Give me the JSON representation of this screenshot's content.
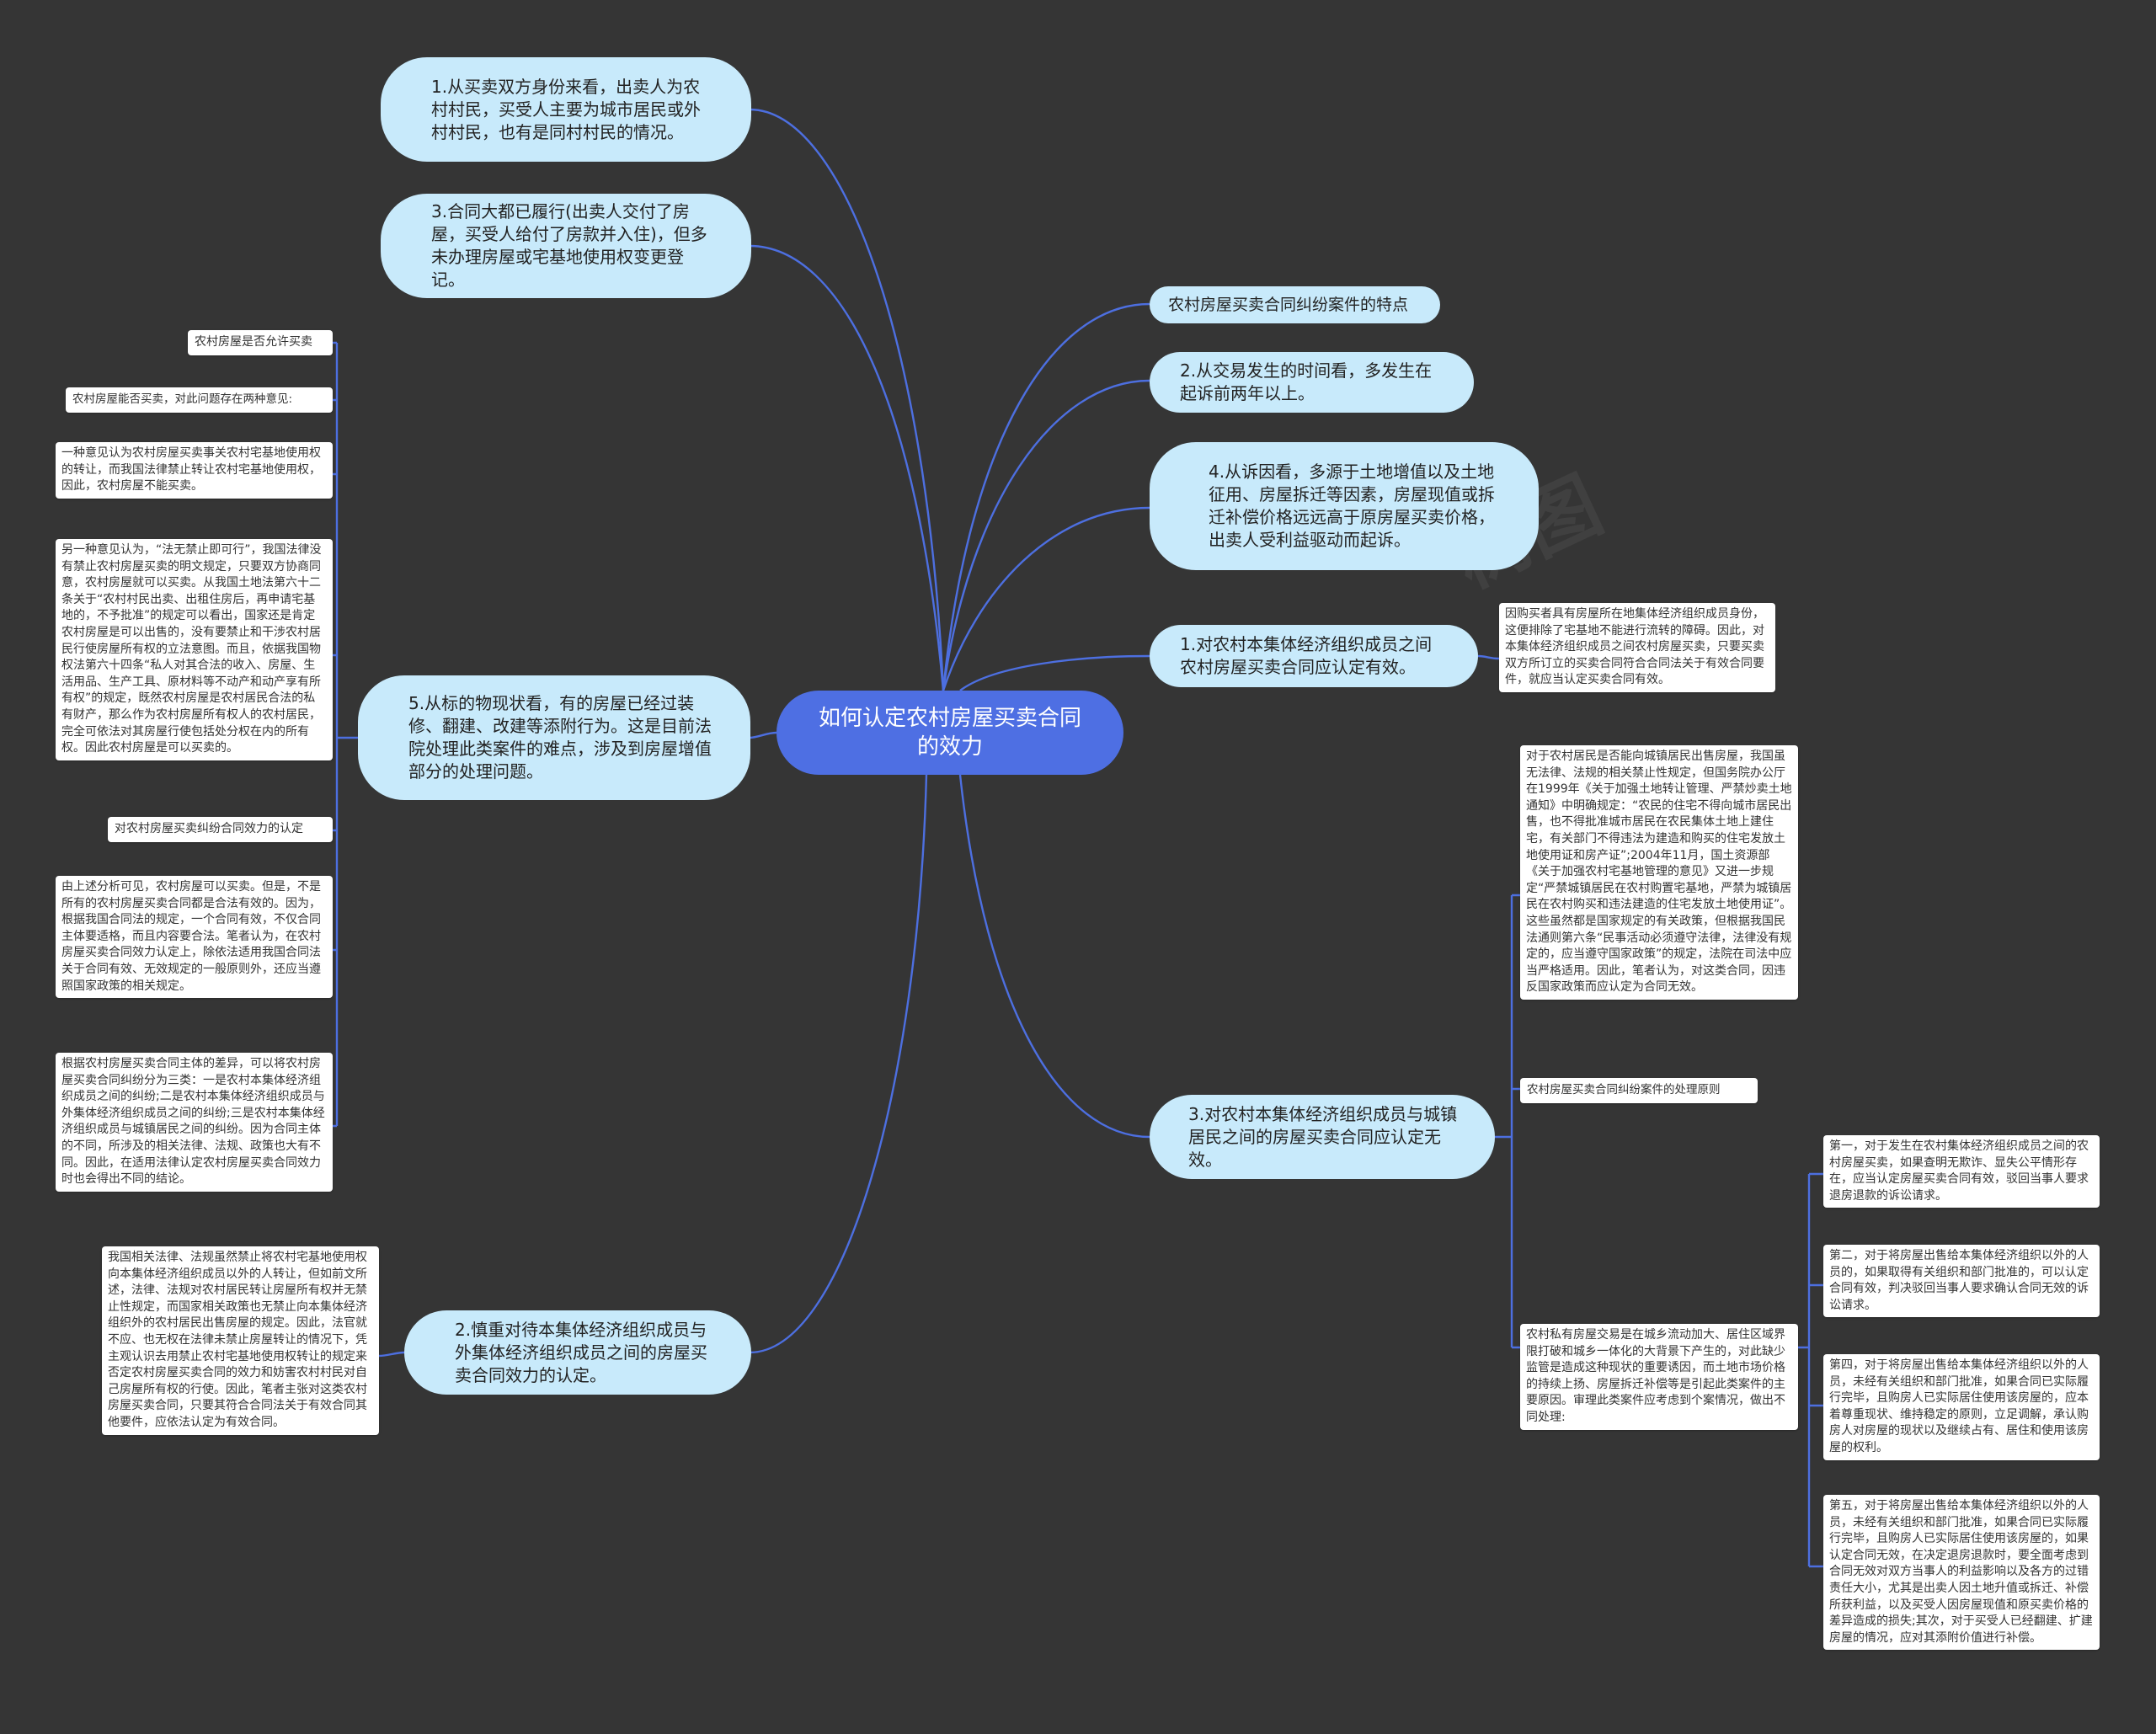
{
  "center": {
    "title": "如何认定农村房屋买卖合同的效力"
  },
  "left": {
    "b1": "1.从买卖双方身份来看，出卖人为农村村民，买受人主要为城市居民或外村村民，也有是同村村民的情况。",
    "b3": "3.合同大都已履行(出卖人交付了房屋，买受人给付了房款并入住)，但多未办理房屋或宅基地使用权变更登记。",
    "b5": "5.从标的物现状看，有的房屋已经过装修、翻建、改建等添附行为。这是目前法院处理此类案件的难点，涉及到房屋增值部分的处理问题。",
    "b2": "2.慎重对待本集体经济组织成员与外集体经济组织成员之间的房屋买卖合同效力的认定。"
  },
  "right": {
    "features": "农村房屋买卖合同纠纷案件的特点",
    "b2time": "2.从交易发生的时间看，多发生在起诉前两年以上。",
    "b4": "4.从诉因看，多源于土地增值以及土地征用、房屋拆迁等因素，房屋现值或拆迁补偿价格远远高于原房屋买卖价格，出卖人受利益驱动而起诉。",
    "r1": "1.对农村本集体经济组织成员之间农村房屋买卖合同应认定有效。",
    "r3": "3.对农村本集体经济组织成员与城镇居民之间的房屋买卖合同应认定无效。"
  },
  "leaves_left": {
    "allow": "农村房屋是否允许买卖",
    "can": "农村房屋能否买卖，对此问题存在两种意见:",
    "view1": "一种意见认为农村房屋买卖事关农村宅基地使用权的转让，而我国法律禁止转让农村宅基地使用权，因此，农村房屋不能买卖。",
    "view2": "另一种意见认为，“法无禁止即可行”，我国法律没有禁止农村房屋买卖的明文规定，只要双方协商同意，农村房屋就可以买卖。从我国土地法第六十二条关于“农村村民出卖、出租住房后，再申请宅基地的，不予批准”的规定可以看出，国家还是肯定农村房屋是可以出售的，没有要禁止和干涉农村居民行使房屋所有权的立法意图。而且，依据我国物权法第六十四条“私人对其合法的收入、房屋、生活用品、生产工具、原材料等不动产和动产享有所有权”的规定，既然农村房屋是农村居民合法的私有财产，那么作为农村房屋所有权人的农村居民，完全可依法对其房屋行使包括处分权在内的所有权。因此农村房屋是可以买卖的。",
    "determine": "对农村房屋买卖纠纷合同效力的认定",
    "analysis": "由上述分析可见，农村房屋可以买卖。但是，不是所有的农村房屋买卖合同都是合法有效的。因为，根据我国合同法的规定，一个合同有效，不仅合同主体要适格，而且内容要合法。笔者认为，在农村房屋买卖合同效力认定上，除依法适用我国合同法关于合同有效、无效规定的一般原则外，还应当遵照国家政策的相关规定。",
    "types": "根据农村房屋买卖合同主体的差异，可以将农村房屋买卖合同纠纷分为三类：一是农村本集体经济组织成员之间的纠纷;二是农村本集体经济组织成员与外集体经济组织成员之间的纠纷;三是农村本集体经济组织成员与城镇居民之间的纠纷。因为合同主体的不同，所涉及的相关法律、法规、政策也大有不同。因此，在适用法律认定农村房屋买卖合同效力时也会得出不同的结论。",
    "cautious": "我国相关法律、法规虽然禁止将农村宅基地使用权向本集体经济组织成员以外的人转让，但如前文所述，法律、法规对农村居民转让房屋所有权并无禁止性规定，而国家相关政策也无禁止向本集体经济组织外的农村居民出售房屋的规定。因此，法官就不应、也无权在法律未禁止房屋转让的情况下，凭主观认识去用禁止农村宅基地使用权转让的规定来否定农村房屋买卖合同的效力和妨害农村村民对自己房屋所有权的行使。因此，笔者主张对这类农村房屋买卖合同，只要其符合合同法关于有效合同其他要件，应依法认定为有效合同。"
  },
  "leaves_right": {
    "r1_note": "因购买者具有房屋所在地集体经济组织成员身份，这便排除了宅基地不能进行流转的障碍。因此，对本集体经济组织成员之间农村房屋买卖，只要买卖双方所订立的买卖合同符合合同法关于有效合同要件，就应当认定买卖合同有效。",
    "r3_note": "对于农村居民是否能向城镇居民出售房屋，我国虽无法律、法规的相关禁止性规定，但国务院办公厅在1999年《关于加强土地转让管理、严禁炒卖土地通知》中明确规定：“农民的住宅不得向城市居民出售，也不得批准城市居民在农民集体土地上建住宅，有关部门不得违法为建造和购买的住宅发放土地使用证和房产证”;2004年11月，国土资源部《关于加强农村宅基地管理的意见》又进一步规定“严禁城镇居民在农村购置宅基地，严禁为城镇居民在农村购买和违法建造的住宅发放土地使用证”。这些虽然都是国家规定的有关政策，但根据我国民法通则第六条“民事活动必须遵守法律，法律没有规定的，应当遵守国家政策”的规定，法院在司法中应当严格适用。因此，笔者认为，对这类合同，因违反国家政策而应认定为合同无效。",
    "principle": "农村房屋买卖合同纠纷案件的处理原则",
    "market": "农村私有房屋交易是在城乡流动加大、居住区域界限打破和城乡一体化的大背景下产生的，对此缺少监管是造成这种现状的重要诱因，而土地市场价格的持续上扬、房屋拆迁补偿等是引起此类案件的主要原因。审理此类案件应考虑到个案情况，做出不同处理:",
    "first": "第一，对于发生在农村集体经济组织成员之间的农村房屋买卖，如果查明无欺诈、显失公平情形存在，应当认定房屋买卖合同有效，驳回当事人要求退房退款的诉讼请求。",
    "second": "第二，对于将房屋出售给本集体经济组织以外的人员的，如果取得有关组织和部门批准的，可以认定合同有效，判决驳回当事人要求确认合同无效的诉讼请求。",
    "fourth": "第四，对于将房屋出售给本集体经济组织以外的人员，未经有关组织和部门批准，如果合同已实际履行完毕，且购房人已实际居住使用该房屋的，应本着尊重现状、维持稳定的原则，立足调解，承认购房人对房屋的现状以及继续占有、居住和使用该房屋的权利。",
    "fifth": "第五，对于将房屋出售给本集体经济组织以外的人员，未经有关组织和部门批准，如果合同已实际履行完毕，且购房人已实际居住使用该房屋的，如果认定合同无效，在决定退房退款时，要全面考虑到合同无效对双方当事人的利益影响以及各方的过错责任大小，尤其是出卖人因土地升值或拆迁、补偿所获利益，以及买受人因房屋现值和原买卖价格的差异造成的损失;其次，对于买受人已经翻建、扩建房屋的情况，应对其添附价值进行补偿。"
  },
  "colors": {
    "background": "#353535",
    "center": "#4e6fe3",
    "branch": "#c8eafb",
    "line": "#4d6fe0",
    "leaf": "#ffffff"
  }
}
